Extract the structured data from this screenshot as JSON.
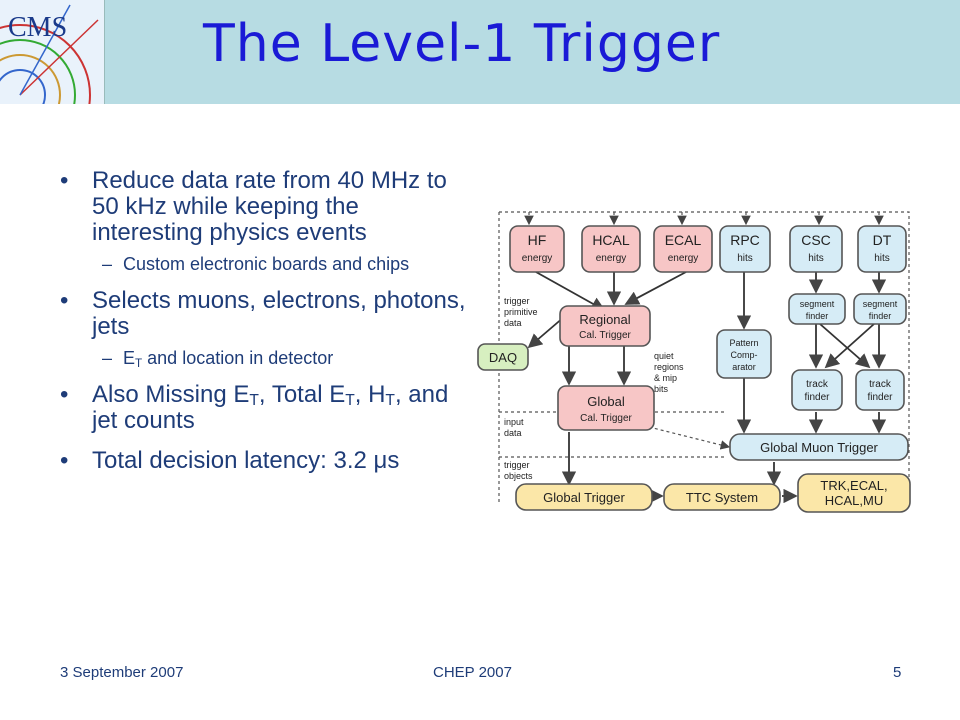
{
  "slide": {
    "title": "The Level-1 Trigger",
    "logo_text": "CMS"
  },
  "bullets": [
    {
      "level": 1,
      "pre": "Reduce data rate from 40 MHz to 50 kHz while keeping the interesting physics events"
    },
    {
      "level": 2,
      "pre": "Custom electronic boards and chips"
    },
    {
      "level": 1,
      "pre": "Selects muons, electrons, photons, jets"
    },
    {
      "level": 2,
      "pre": "E",
      "sub": "T",
      "post": " and location in detector"
    },
    {
      "level": 1,
      "pre": "Also Missing E",
      "sub": "T",
      "mid": ", Total E",
      "sub2": "T",
      "mid2": ", H",
      "sub3": "T",
      "post": ", and jet counts"
    },
    {
      "level": 1,
      "pre": "Total decision latency: 3.2 ",
      "mu": "μ",
      "post": "s"
    }
  ],
  "diagram": {
    "hf": "HF",
    "hf_sub": "energy",
    "hcal": "HCAL",
    "hcal_sub": "energy",
    "ecal": "ECAL",
    "ecal_sub": "energy",
    "rpc": "RPC",
    "rpc_sub": "hits",
    "csc": "CSC",
    "csc_sub": "hits",
    "dt": "DT",
    "dt_sub": "hits",
    "regional": "Regional",
    "regional_sub": "Cal. Trigger",
    "global_cal": "Global",
    "global_cal_sub": "Cal. Trigger",
    "daq": "DAQ",
    "pattern": [
      "Pattern",
      "Comp-",
      "arator"
    ],
    "seg1": [
      "segment",
      "finder"
    ],
    "seg2": [
      "segment",
      "finder"
    ],
    "track1": [
      "track",
      "finder"
    ],
    "track2": [
      "track",
      "finder"
    ],
    "gmt": "Global Muon Trigger",
    "gt": "Global Trigger",
    "ttc": "TTC System",
    "trk": [
      "TRK,ECAL,",
      "HCAL,MU"
    ],
    "note_tpd": [
      "trigger",
      "primitive",
      "data"
    ],
    "note_quiet": [
      "quiet",
      "regions",
      "& mip",
      "bits"
    ],
    "note_input": [
      "input",
      "data"
    ],
    "note_objects": [
      "trigger",
      "objects"
    ]
  },
  "footer": {
    "date": "3 September 2007",
    "conf": "CHEP 2007",
    "page": "5"
  },
  "colors": {
    "title": "#1a1ad6",
    "text": "#1e3c78",
    "header": "#b7dce3",
    "red_box": "#f7c6c6",
    "blue_box": "#d6ecf6",
    "yellow_box": "#fbe7a8",
    "green_box": "#d7efc0"
  }
}
